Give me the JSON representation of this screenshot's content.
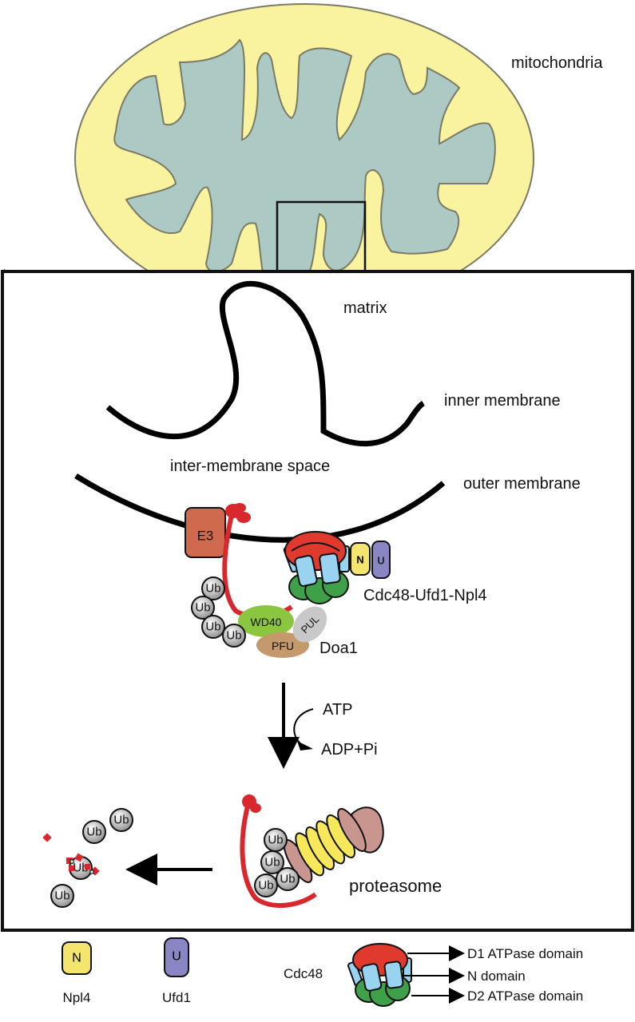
{
  "labels": {
    "mitochondria": "mitochondria",
    "matrix": "matrix",
    "inner_membrane": "inner membrane",
    "inter_membrane_space": "inter-membrane space",
    "outer_membrane": "outer membrane",
    "e3": "E3",
    "ub": "Ub",
    "wd40": "WD40",
    "pfu": "PFU",
    "pul": "PUL",
    "doa1": "Doa1",
    "npl4_short": "N",
    "ufd1_short": "U",
    "complex": "Cdc48-Ufd1-Npl4",
    "atp": "ATP",
    "adp": "ADP+Pi",
    "proteasome": "proteasome"
  },
  "legend": {
    "npl4": "Npl4",
    "ufd1": "Ufd1",
    "cdc48": "Cdc48",
    "d1": "D1 ATPase domain",
    "n_domain": "N domain",
    "d2": "D2 ATPase domain"
  },
  "colors": {
    "outer_mito": "#f9f29e",
    "inner_mito": "#adc9c3",
    "e3": "#d06a4f",
    "substrate": "#d8282e",
    "wd40": "#8cc640",
    "pfu": "#c49a6c",
    "pul": "#c8c8c8",
    "npl4": "#f4e56e",
    "ufd1": "#8a86c4",
    "cdc48_red": "#e03a2e",
    "cdc48_blue": "#99d3f0",
    "cdc48_green": "#3fa04a",
    "proteasome_pink": "#c9968f",
    "proteasome_yellow": "#f6e85a"
  }
}
